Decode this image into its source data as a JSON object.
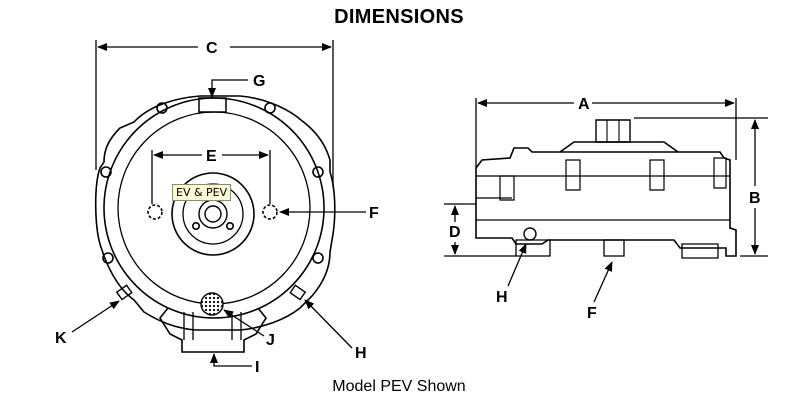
{
  "title": "DIMENSIONS",
  "caption": "Model PEV Shown",
  "tag_label": "EV & PEV",
  "labels": {
    "front": {
      "c": "C",
      "g": "G",
      "e": "E",
      "f": "F",
      "k": "K",
      "j": "J",
      "h": "H",
      "i": "I"
    },
    "side": {
      "a": "A",
      "b": "B",
      "d": "D",
      "h": "H",
      "f": "F"
    }
  }
}
